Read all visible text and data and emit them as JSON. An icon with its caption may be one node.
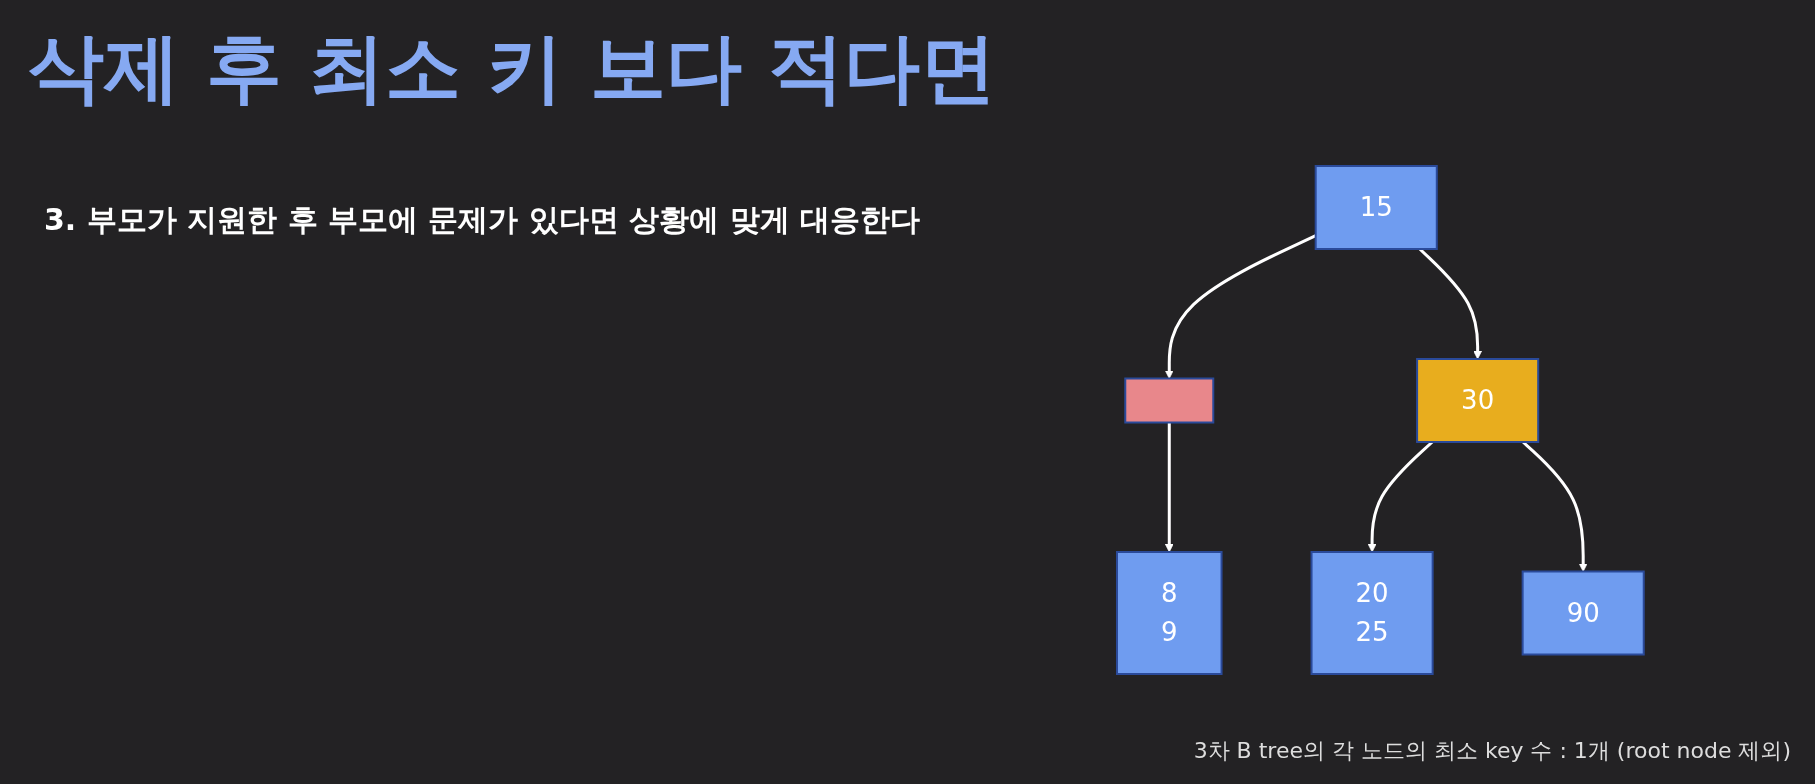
{
  "diagram": {
    "title": "삭제 후 최소 키 보다 적다면",
    "nodes": [
      {
        "text": [
          "15"
        ]
      },
      {
        "text": [],
        "shape": "box"
      },
      {
        "text": [
          "30"
        ]
      },
      {
        "text": [
          "8",
          "9"
        ]
      },
      {
        "text": [
          "20",
          "25"
        ]
      },
      {
        "text": [
          "90"
        ]
      }
    ],
    "edges": [
      {
        "from": 0,
        "to": 1,
        "arrow": "to"
      },
      {
        "from": 0,
        "to": 2,
        "arrow": "to"
      },
      {
        "from": 1,
        "to": 3,
        "arrow": "to"
      },
      {
        "from": 2,
        "to": 4,
        "arrow": "to"
      },
      {
        "from": 2,
        "to": 5,
        "arrow": "to"
      }
    ],
    "labels": [
      "3. 부모가 지원한 후 부모에 문제가 있다면 상황에 맞게 대응한다",
      "3차 B tree의 각 노드의 최소 key 수 : 1개 (root node 제외)"
    ]
  }
}
